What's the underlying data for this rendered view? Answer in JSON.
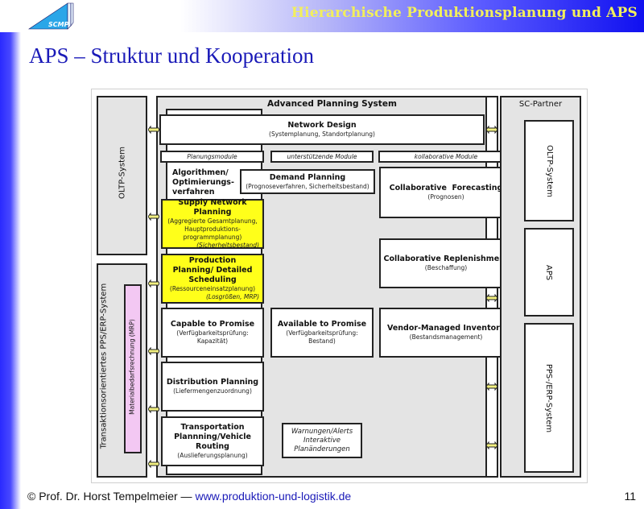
{
  "header": {
    "logo_text": "SCMP",
    "title": "Hierarchische Produktionsplanung und APS"
  },
  "slide": {
    "title": "APS – Struktur und Kooperation"
  },
  "diagram": {
    "left_panel": {
      "oltp_label": "OLTP-System",
      "erp_label": "Transaktionsorientiertes PPS/ERP-System",
      "mrp_label": "Materialbedarfsrechnung (MRP)"
    },
    "aps_panel": {
      "title": "Advanced Planning System",
      "network_design": {
        "title": "Network Design",
        "subtitle": "(Systemplanung, Standortplanung)"
      },
      "module_headers": [
        "Planungsmodule",
        "unterstützende Module",
        "kollaborative Module"
      ],
      "algorithms_label": "Algorithmen/ Optimierungs-verfahren",
      "demand_planning": {
        "title": "Demand Planning",
        "subtitle": "(Prognoseverfahren, Sicherheitsbestand)"
      },
      "supply_network_planning": {
        "title": "Supply Network Planning",
        "subtitle": "(Aggregierte Gesamtplanung, Hauptproduktions-programmplanung)",
        "note": "(Sicherheitsbestand)"
      },
      "production_planning": {
        "title": "Production Planning/ Detailed Scheduling",
        "subtitle": "(Ressourceneinsatzplanung)",
        "note": "(Losgrößen, MRP)"
      },
      "capable_to_promise": {
        "title": "Capable to Promise",
        "subtitle": "(Verfügbarkeitsprüfung: Kapazität)"
      },
      "available_to_promise": {
        "title": "Available to Promise",
        "subtitle": "(Verfügbarkeitsprüfung: Bestand)"
      },
      "distribution_planning": {
        "title": "Distribution Planning",
        "subtitle": "(Liefermengenzuordnung)"
      },
      "transportation_planning": {
        "title": "Transportation Plannning/Vehicle Routing",
        "subtitle": "(Auslieferungsplanung)"
      },
      "alerts": {
        "line1": "Warnungen/Alerts",
        "line2": "Interaktive",
        "line3": "Planänderungen"
      },
      "collaborative_forecasting": {
        "title": "Collaborative  Forecasting",
        "subtitle": "(Prognosen)"
      },
      "collaborative_replenishment": {
        "title": "Collaborative Replenishment",
        "subtitle": "(Beschaffung)"
      },
      "vendor_managed_inventory": {
        "title": "Vendor-Managed Inventory",
        "subtitle": "(Bestandsmanagement)"
      }
    },
    "partner_panel": {
      "title": "SC-Partner",
      "oltp_label": "OLTP-System",
      "aps_label": "APS",
      "erp_label": "PPS-/ERP-System"
    }
  },
  "footer": {
    "copyright": "© Prof. Dr. Horst Tempelmeier — ",
    "link": "www.produktion-und-logistik.de",
    "page_number": "11"
  }
}
